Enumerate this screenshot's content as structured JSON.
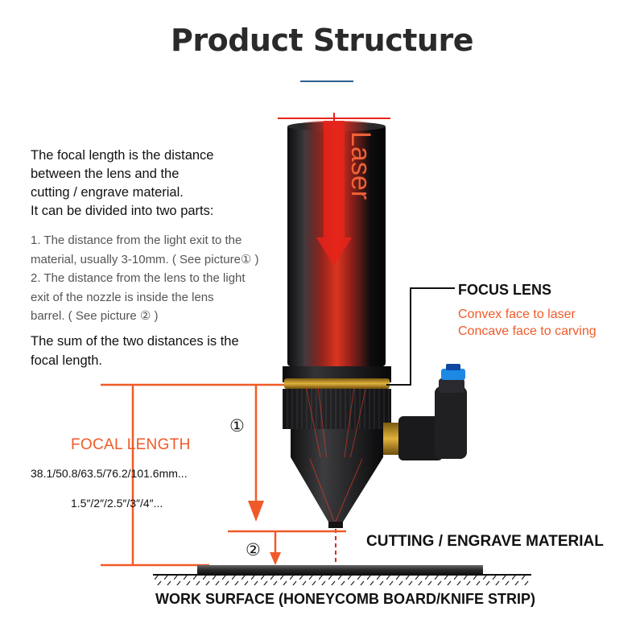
{
  "title": "Product Structure",
  "intro": {
    "line1": "The focal length is the distance",
    "line2": "between the lens and the",
    "line3": "cutting / engrave material.",
    "line4": "It can be divided into two parts:"
  },
  "points": {
    "p1_line1": "1. The distance from the light exit to the",
    "p1_line2": "material, usually 3-10mm. ( See picture① )",
    "p2_line1": "2. The distance from the lens to the light",
    "p2_line2": "exit of the nozzle is inside the lens",
    "p2_line3": "barrel. ( See picture ② )"
  },
  "sum": {
    "line1": "The sum of the two distances is the",
    "line2": "focal length."
  },
  "laser_label": "Laser",
  "focus_lens": {
    "title": "FOCUS LENS",
    "note1": "Convex face to laser",
    "note2": "Concave face to carving"
  },
  "focal_length": {
    "label": "FOCAL LENGTH",
    "sizes_mm": "38.1/50.8/63.5/76.2/101.6mm...",
    "sizes_in": "1.5″/2″/2.5″/3″/4″..."
  },
  "markers": {
    "one": "①",
    "two": "②"
  },
  "material_label": "CUTTING / ENGRAVE MATERIAL",
  "surface_label": "WORK SURFACE (HONEYCOMB BOARD/KNIFE STRIP)",
  "colors": {
    "accent": "#f05a28",
    "laser": "#e8231a",
    "title_rule": "#2f5f8f",
    "body": "#2b2b2d",
    "brass": "#c99a2e",
    "fitting": "#1e88e5"
  }
}
